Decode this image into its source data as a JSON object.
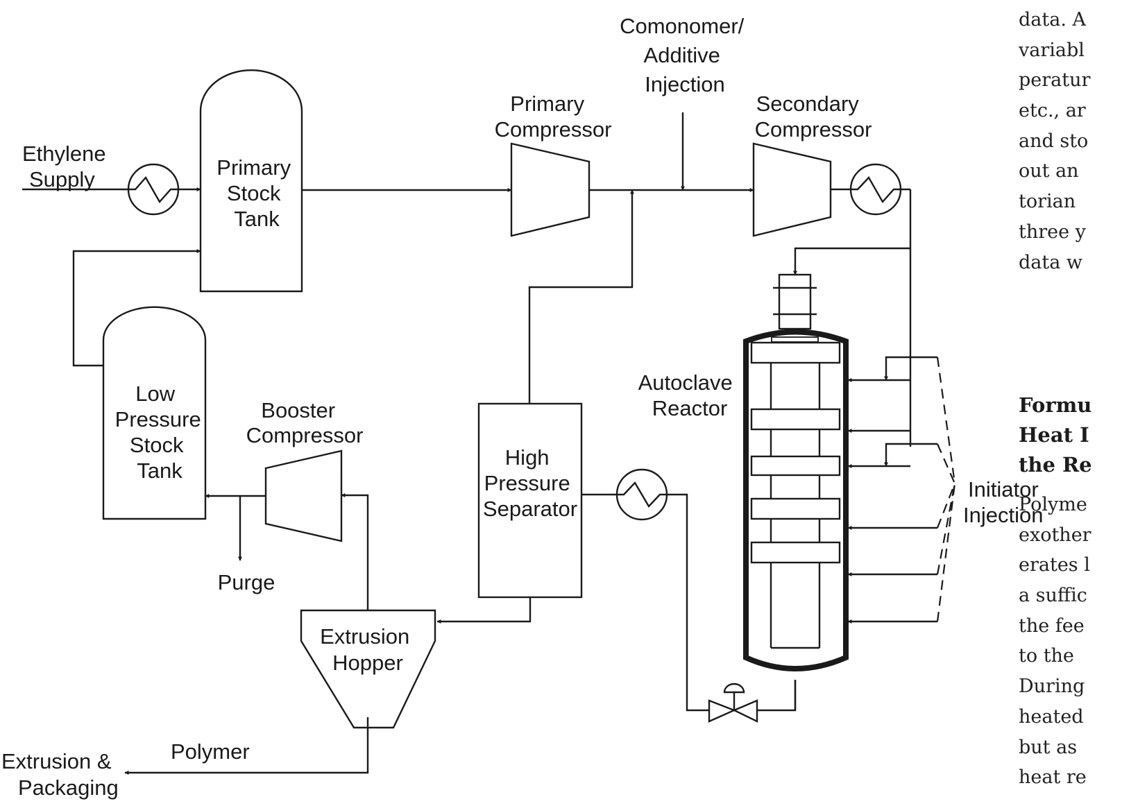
{
  "diagram": {
    "title": "Autoclave LDPE process flow",
    "labels": {
      "ethylene_supply": [
        "Ethylene",
        "Supply"
      ],
      "primary_stock_tank": [
        "Primary",
        "Stock",
        "Tank"
      ],
      "low_pressure_stock_tank": [
        "Low",
        "Pressure",
        "Stock",
        "Tank"
      ],
      "primary_compressor": [
        "Primary",
        "Compressor"
      ],
      "comonomer_injection": [
        "Comonomer/",
        "Additive",
        "Injection"
      ],
      "secondary_compressor": [
        "Secondary",
        "Compressor"
      ],
      "autoclave_reactor": [
        "Autoclave",
        "Reactor"
      ],
      "initiator_injection": [
        "Initiator",
        "Injection"
      ],
      "high_pressure_separator": [
        "High",
        "Pressure",
        "Separator"
      ],
      "booster_compressor": [
        "Booster",
        "Compressor"
      ],
      "purge": "Purge",
      "extrusion_hopper": [
        "Extrusion",
        "Hopper"
      ],
      "polymer": "Polymer",
      "extrusion_packaging": [
        "Extrusion &",
        "Packaging"
      ]
    },
    "icons": [
      "heat-exchanger-icon",
      "compressor-icon",
      "valve-icon",
      "arrow-icon"
    ]
  },
  "text_column": {
    "top_lines": [
      "data. A",
      "variabl",
      "peratur",
      "etc., ar",
      "and sto",
      "out an",
      "torian",
      "three y",
      "data w"
    ],
    "heading_lines": [
      "Formu",
      "Heat I",
      "the Re"
    ],
    "body_lines": [
      "Polyme",
      "exother",
      "erates l",
      "a suffic",
      "the fee",
      "to the",
      "During",
      "heated",
      "but as",
      "heat re"
    ]
  }
}
